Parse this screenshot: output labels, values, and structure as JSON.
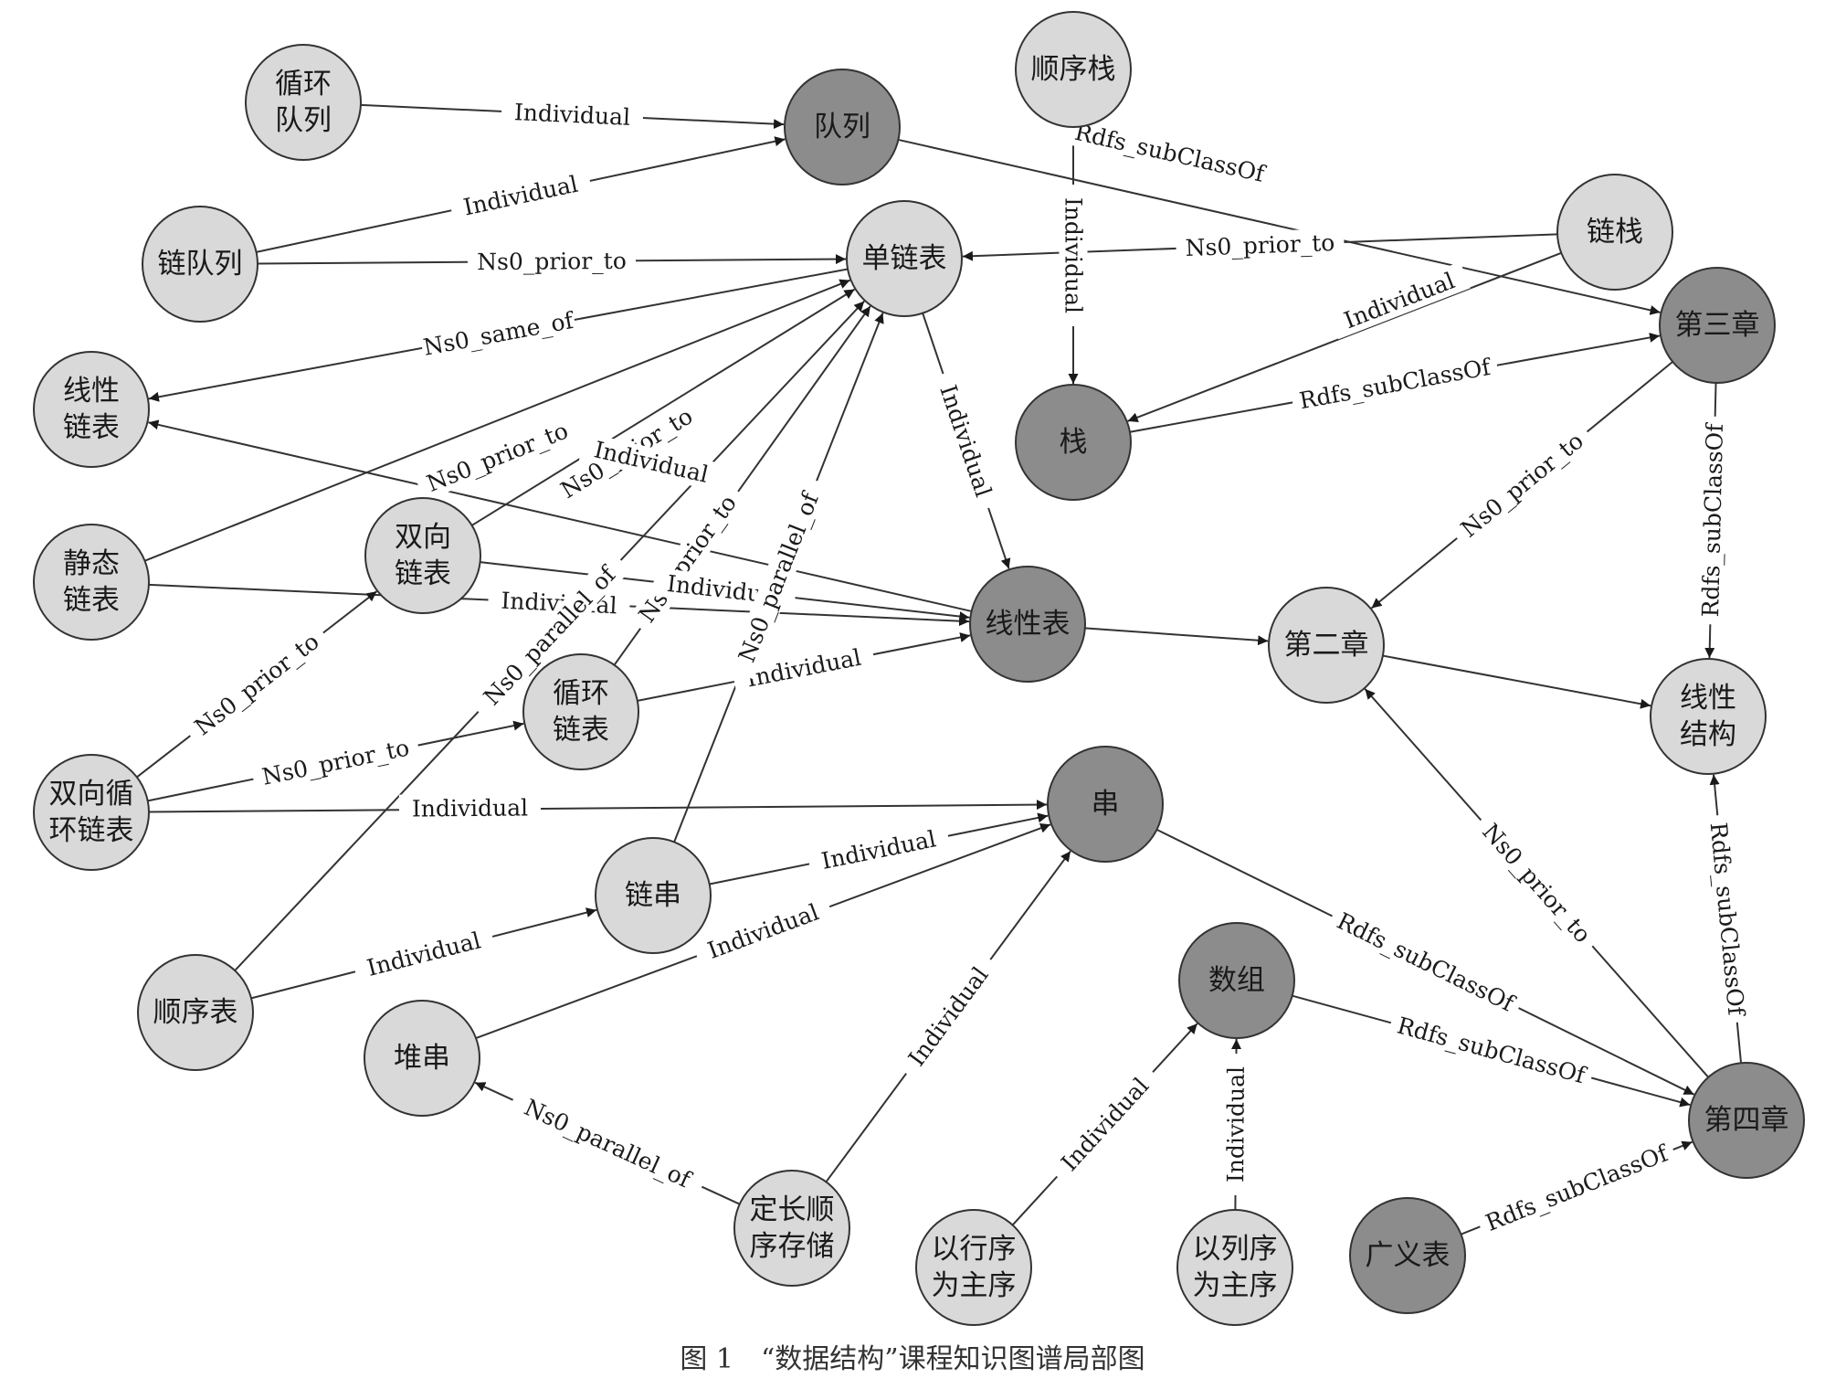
{
  "caption": "图 1　“数据结构”课程知识图谱局部图",
  "colors": {
    "light_node": "#d9d9d9",
    "dark_node": "#8c8c8c",
    "stroke": "#333333",
    "text": "#1a1a1a"
  },
  "nodes": [
    {
      "id": "xhdl",
      "label": [
        "循环",
        "队列"
      ],
      "style": "light"
    },
    {
      "id": "dl",
      "label": [
        "队列"
      ],
      "style": "dark"
    },
    {
      "id": "sxz",
      "label": [
        "顺序栈"
      ],
      "style": "light"
    },
    {
      "id": "ldl",
      "label": [
        "链队列"
      ],
      "style": "light"
    },
    {
      "id": "dlb",
      "label": [
        "单链表"
      ],
      "style": "light"
    },
    {
      "id": "lz",
      "label": [
        "链栈"
      ],
      "style": "light"
    },
    {
      "id": "dsz",
      "label": [
        "第三章"
      ],
      "style": "dark"
    },
    {
      "id": "xxlb",
      "label": [
        "线性",
        "链表"
      ],
      "style": "light"
    },
    {
      "id": "z",
      "label": [
        "栈"
      ],
      "style": "dark"
    },
    {
      "id": "jtlb",
      "label": [
        "静态",
        "链表"
      ],
      "style": "light"
    },
    {
      "id": "sxlb",
      "label": [
        "双向",
        "链表"
      ],
      "style": "light"
    },
    {
      "id": "xxb",
      "label": [
        "线性表"
      ],
      "style": "dark"
    },
    {
      "id": "dez",
      "label": [
        "第二章"
      ],
      "style": "light"
    },
    {
      "id": "xxjg",
      "label": [
        "线性",
        "结构"
      ],
      "style": "light"
    },
    {
      "id": "xhlb",
      "label": [
        "循环",
        "链表"
      ],
      "style": "light"
    },
    {
      "id": "sxxhlb",
      "label": [
        "双向循",
        "环链表"
      ],
      "style": "light"
    },
    {
      "id": "c",
      "label": [
        "串"
      ],
      "style": "dark"
    },
    {
      "id": "lc",
      "label": [
        "链串"
      ],
      "style": "light"
    },
    {
      "id": "sxb",
      "label": [
        "顺序表"
      ],
      "style": "light"
    },
    {
      "id": "sz",
      "label": [
        "数组"
      ],
      "style": "dark"
    },
    {
      "id": "dc",
      "label": [
        "堆串"
      ],
      "style": "light"
    },
    {
      "id": "dsz4",
      "label": [
        "第四章"
      ],
      "style": "dark"
    },
    {
      "id": "dcsxcc",
      "label": [
        "定长顺",
        "序存储"
      ],
      "style": "light"
    },
    {
      "id": "yhx",
      "label": [
        "以行序",
        "为主序"
      ],
      "style": "light"
    },
    {
      "id": "ylx",
      "label": [
        "以列序",
        "为主序"
      ],
      "style": "light"
    },
    {
      "id": "gyb",
      "label": [
        "广义表"
      ],
      "style": "dark"
    }
  ],
  "edges": [
    {
      "from": "xhdl",
      "to": "dl",
      "label": "Individual"
    },
    {
      "from": "ldl",
      "to": "dl",
      "label": "Individual"
    },
    {
      "from": "ldl",
      "to": "dlb",
      "label": "Ns0_prior_to"
    },
    {
      "from": "dl",
      "to": "dsz",
      "label": "Rdfs_subClassOf"
    },
    {
      "from": "sxz",
      "to": "z",
      "label": "Individual"
    },
    {
      "from": "lz",
      "to": "dlb",
      "label": "Ns0_prior_to"
    },
    {
      "from": "lz",
      "to": "z",
      "label": "Individual"
    },
    {
      "from": "z",
      "to": "dsz",
      "label": "Rdfs_subClassOf"
    },
    {
      "from": "dlb",
      "to": "xxlb",
      "label": "Ns0_same_of"
    },
    {
      "from": "jtlb",
      "to": "dlb",
      "label": "Ns0_prior_to"
    },
    {
      "from": "sxlb",
      "to": "dlb",
      "label": "Ns0_prior_to"
    },
    {
      "from": "xhlb",
      "to": "dlb",
      "label": "Ns0_prior_to"
    },
    {
      "from": "dlb",
      "to": "xxb",
      "label": "Individual"
    },
    {
      "from": "xxb",
      "to": "xxlb",
      "label": "Individual"
    },
    {
      "from": "sxlb",
      "to": "xxb",
      "label": "Individual"
    },
    {
      "from": "jtlb",
      "to": "xxb",
      "label": "Individual"
    },
    {
      "from": "xhlb",
      "to": "xxb",
      "label": "Individual"
    },
    {
      "from": "sxxhlb",
      "to": "sxlb",
      "label": "Ns0_prior_to"
    },
    {
      "from": "sxxhlb",
      "to": "xhlb",
      "label": "Ns0_prior_to"
    },
    {
      "from": "sxxhlb",
      "to": "c",
      "label": "Individual"
    },
    {
      "from": "sxb",
      "to": "dlb",
      "label": "Ns0_parallel_of"
    },
    {
      "from": "lc",
      "to": "dlb",
      "label": "Ns0_parallel_of"
    },
    {
      "from": "sxb",
      "to": "lc",
      "label": "Individual"
    },
    {
      "from": "lc",
      "to": "c",
      "label": "Individual"
    },
    {
      "from": "dc",
      "to": "c",
      "label": "Individual"
    },
    {
      "from": "dcsxcc",
      "to": "c",
      "label": "Individual"
    },
    {
      "from": "dcsxcc",
      "to": "dc",
      "label": "Ns0_parallel_of"
    },
    {
      "from": "xxb",
      "to": "dez",
      "label": ""
    },
    {
      "from": "dez",
      "to": "xxjg",
      "label": ""
    },
    {
      "from": "dsz",
      "to": "dez",
      "label": "Ns0_prior_to"
    },
    {
      "from": "dsz",
      "to": "xxjg",
      "label": "Rdfs_subClassOf"
    },
    {
      "from": "dsz4",
      "to": "dez",
      "label": "Ns0_prior_to"
    },
    {
      "from": "dsz4",
      "to": "xxjg",
      "label": "Rdfs_subClassOf"
    },
    {
      "from": "c",
      "to": "dsz4",
      "label": "Rdfs_subClassOf"
    },
    {
      "from": "sz",
      "to": "dsz4",
      "label": "Rdfs_subClassOf"
    },
    {
      "from": "gyb",
      "to": "dsz4",
      "label": "Rdfs_subClassOf"
    },
    {
      "from": "yhx",
      "to": "sz",
      "label": "Individual"
    },
    {
      "from": "ylx",
      "to": "sz",
      "label": "Individual"
    }
  ]
}
